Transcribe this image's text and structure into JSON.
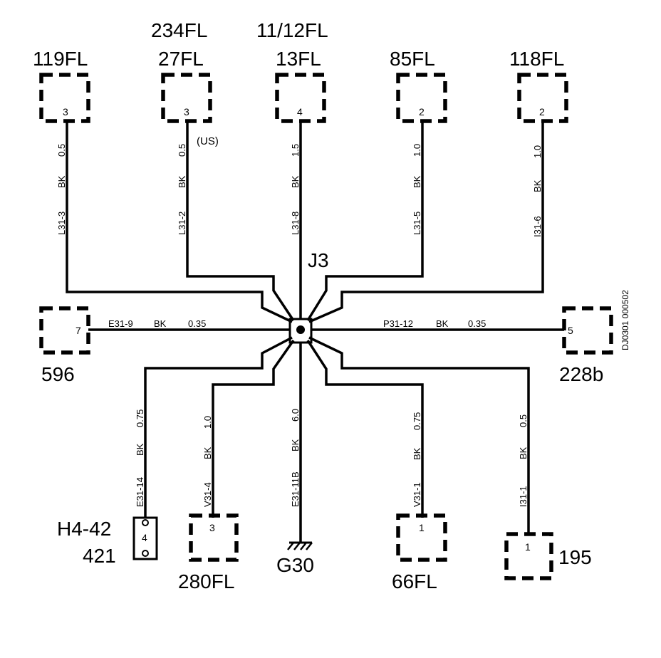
{
  "splice": {
    "label": "J3"
  },
  "doc_ref": "DJ0301 000502",
  "connectors": {
    "c119": {
      "label": "119FL",
      "pin": "3"
    },
    "c27": {
      "label_top": "234FL",
      "label": "27FL",
      "pin": "3",
      "note": "(US)"
    },
    "c13": {
      "label_top": "11/12FL",
      "label": "13FL",
      "pin": "4"
    },
    "c85": {
      "label": "85FL",
      "pin": "2"
    },
    "c118": {
      "label": "118FL",
      "pin": "2"
    },
    "c596": {
      "label": "596",
      "pin": "7"
    },
    "c228": {
      "label": "228b",
      "pin": "5"
    },
    "h4": {
      "label_top": "H4-42",
      "label": "421",
      "pin": "4"
    },
    "c280": {
      "label": "280FL",
      "pin": "3"
    },
    "g30": {
      "label": "G30"
    },
    "c66": {
      "label": "66FL",
      "pin": "1"
    },
    "c195": {
      "label": "195",
      "pin": "1"
    }
  },
  "wires": {
    "w119": {
      "id": "L31-3",
      "color": "BK",
      "size": "0.5"
    },
    "w27": {
      "id": "L31-2",
      "color": "BK",
      "size": "0.5"
    },
    "w13": {
      "id": "L31-8",
      "color": "BK",
      "size": "1.5"
    },
    "w85": {
      "id": "L31-5",
      "color": "BK",
      "size": "1.0"
    },
    "w118": {
      "id": "I31-6",
      "color": "BK",
      "size": "1.0"
    },
    "w596": {
      "id": "E31-9",
      "color": "BK",
      "size": "0.35"
    },
    "w228": {
      "id": "P31-12",
      "color": "BK",
      "size": "0.35"
    },
    "wh4": {
      "id": "E31-14",
      "color": "BK",
      "size": "0.75"
    },
    "w280": {
      "id": "V31-4",
      "color": "BK",
      "size": "1.0"
    },
    "wg30": {
      "id": "E31-11B",
      "color": "BK",
      "size": "6.0"
    },
    "w66": {
      "id": "V31-1",
      "color": "BK",
      "size": "0.75"
    },
    "w195": {
      "id": "I31-1",
      "color": "BK",
      "size": "0.5"
    }
  }
}
